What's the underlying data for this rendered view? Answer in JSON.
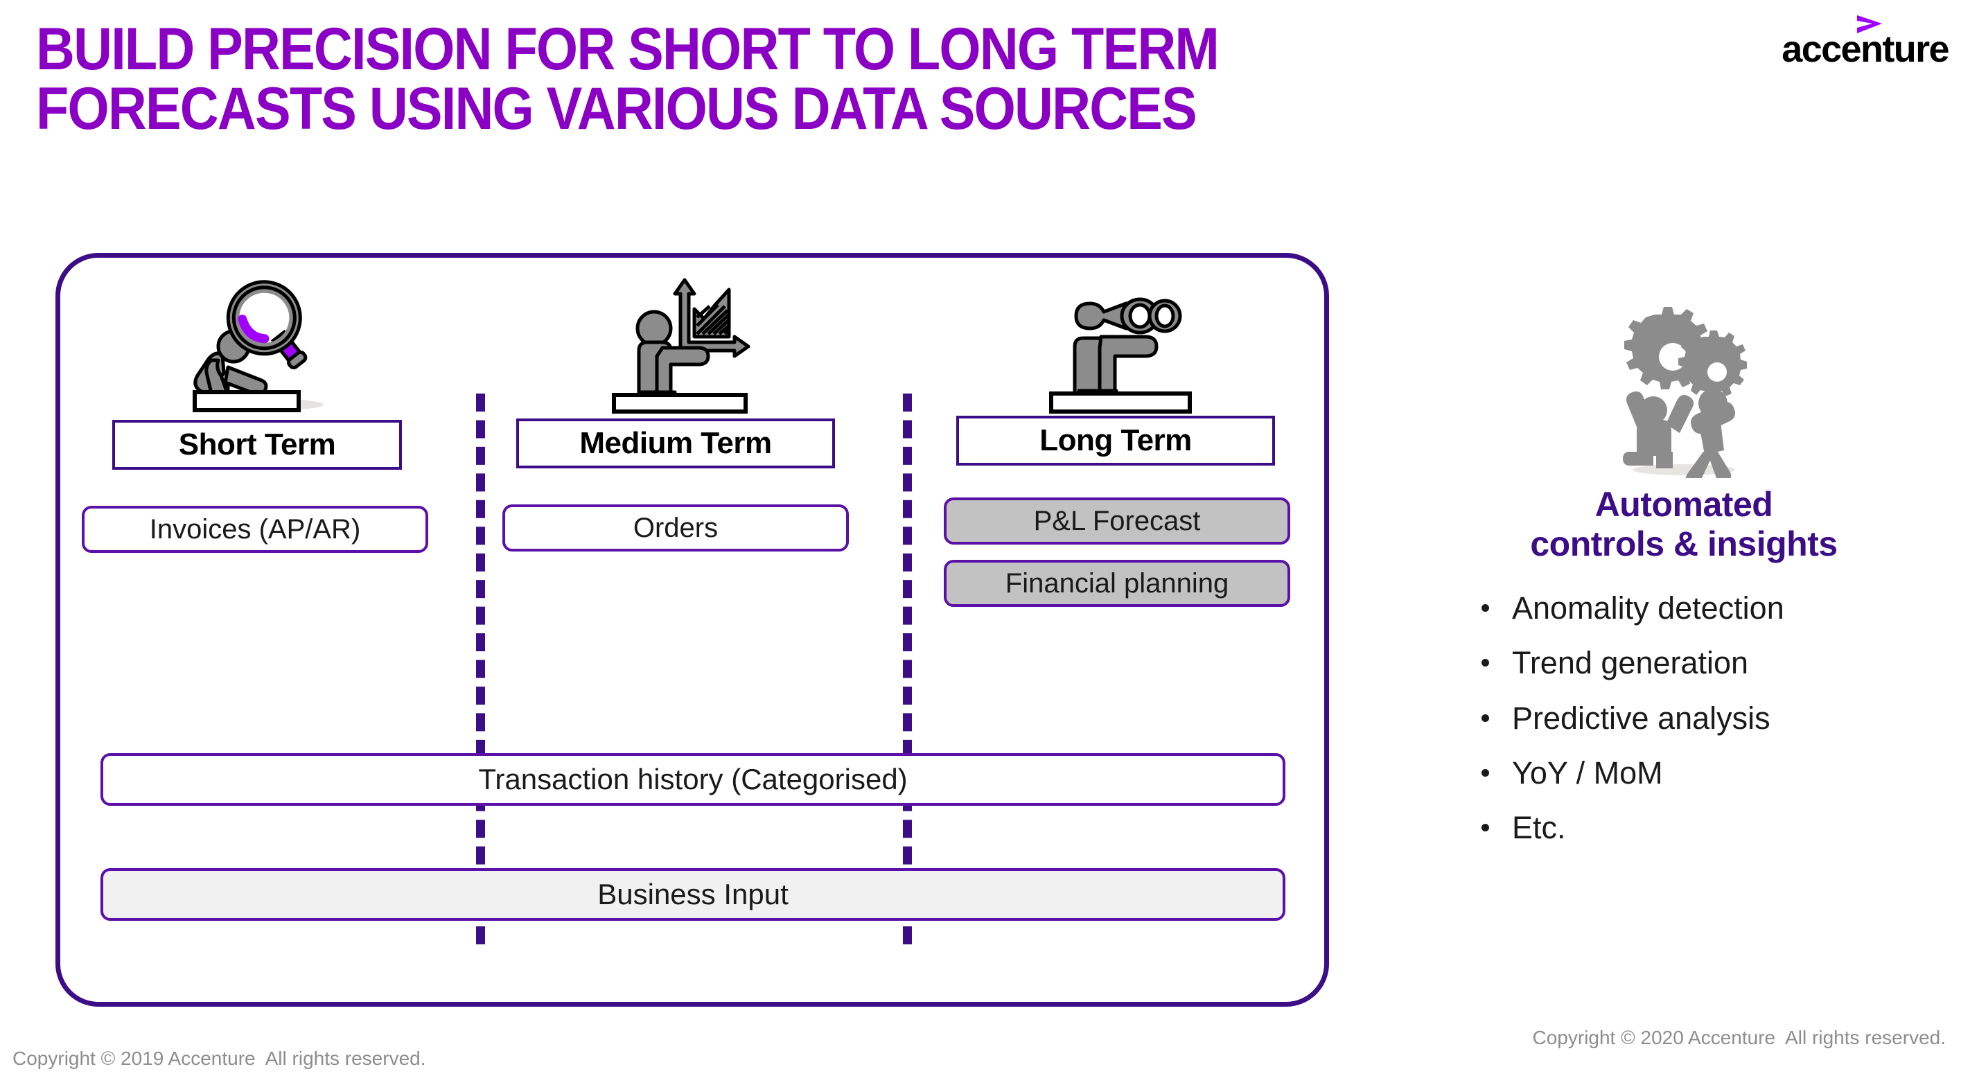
{
  "slide": {
    "title": "Build precision for short to long term\nforecasts using various data sources",
    "brand": {
      "logo_text": "accenture",
      "accent_color": "#8a00c4",
      "deep_purple": "#3c0d86",
      "icon": "accenture-greater-than-arrow"
    }
  },
  "panel": {
    "columns": [
      {
        "id": "short",
        "icon": "person-with-magnifying-glass-icon",
        "term_label": "Short Term",
        "items": [
          {
            "label": "Invoices (AP/AR)",
            "fill": "white"
          }
        ]
      },
      {
        "id": "medium",
        "icon": "person-pointing-at-growth-chart-icon",
        "term_label": "Medium Term",
        "items": [
          {
            "label": "Orders",
            "fill": "white"
          }
        ]
      },
      {
        "id": "long",
        "icon": "person-with-binoculars-icon",
        "term_label": "Long Term",
        "items": [
          {
            "label": "P&L Forecast",
            "fill": "#c2c2c2"
          },
          {
            "label": "Financial planning",
            "fill": "#c2c2c2"
          }
        ]
      }
    ],
    "wide_bars": [
      {
        "label": "Transaction history (Categorised)",
        "fill": "white"
      },
      {
        "label": "Business Input",
        "fill": "#f1f1f1"
      }
    ]
  },
  "right_panel": {
    "icon": "gears-with-two-people-icon",
    "title": "Automated\ncontrols & insights",
    "bullets": [
      "Anomality detection",
      "Trend generation",
      "Predictive analysis",
      "YoY / MoM",
      "Etc."
    ]
  },
  "footers": {
    "left": "Copyright © 2019 Accenture  All rights reserved.",
    "right": "Copyright © 2020 Accenture  All rights reserved."
  }
}
